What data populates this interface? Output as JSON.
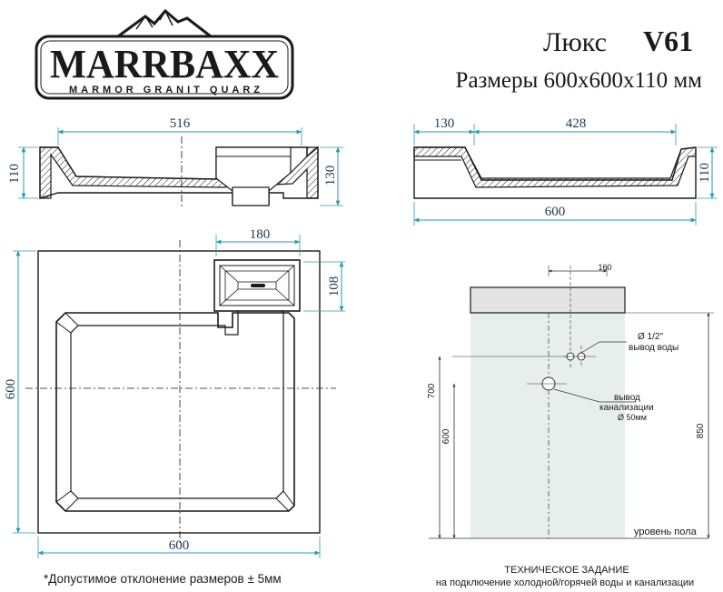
{
  "logo": {
    "brand": "MARRBAXX",
    "tagline": "MARMOR GRANIT QUARZ"
  },
  "title": {
    "model_prefix": "Люкс",
    "model": "V61",
    "dimensions": "Размеры 600х600х110 мм"
  },
  "section_side": {
    "width_top": "516",
    "height_left": "110",
    "height_right": "130"
  },
  "section_front": {
    "width_left": "130",
    "width_right": "428",
    "width_total": "600",
    "height_right": "110"
  },
  "plan": {
    "drain_width": "180",
    "drain_depth": "108",
    "height": "600",
    "width": "600"
  },
  "install": {
    "offset": "160",
    "water_pipe_size": "Ø 1/2\"",
    "water_pipe_label": "вывод воды",
    "drain_label_1": "вывод",
    "drain_label_2": "канализации",
    "drain_size": "Ø 50мм",
    "height_700": "700",
    "height_600": "600",
    "height_850": "850",
    "floor_label": "уровень пола"
  },
  "footer": {
    "tolerance": "*Допустимое отклонение размеров ± 5мм",
    "tech_title": "ТЕХНИЧЕСКОЕ ЗАДАНИЕ",
    "tech_subtitle": "на подключение холодной/горячей воды и канализации"
  },
  "colors": {
    "dimension": "#2a9bb0",
    "outline": "#1a1a1a",
    "install_fill": "#e7efec",
    "counter_fill": "#e4e4e4"
  }
}
